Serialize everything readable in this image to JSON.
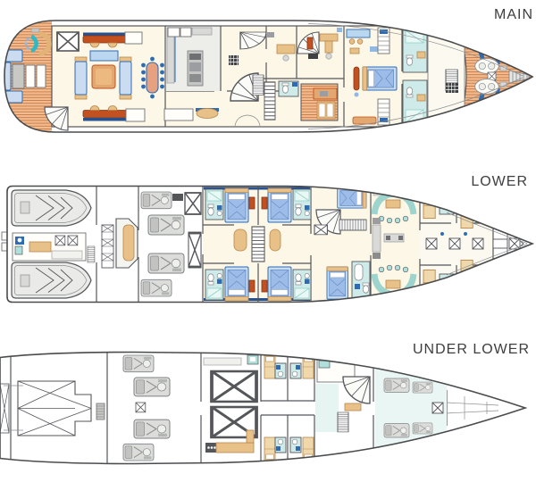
{
  "title": "Yacht deck plans diagram",
  "decks": [
    {
      "id": "main",
      "label": "MAIN"
    },
    {
      "id": "lower",
      "label": "LOWER"
    },
    {
      "id": "under_lower",
      "label": "UNDER LOWER"
    }
  ],
  "palette": {
    "background": "#FFFFFF",
    "hull_outline": "#4A4B4D",
    "wall": "#55565A",
    "label_text": "#3E3E40",
    "teak_deck": "#F2BC90",
    "teak_line": "#C67742",
    "interior_cream": "#FCF7E6",
    "bath_teal": "#CFEBE9",
    "teal_accent": "#AFE0DC",
    "accent_blue": "#2D6CB5",
    "light_blue": "#CBDCF0",
    "bed_blue": "#9DBCE8",
    "window_navy": "#27518F",
    "rust_orange": "#C2511F",
    "wood_tan": "#E8C188",
    "table_salmon": "#E8A17E",
    "equipment_gray": "#D9DAD8",
    "jetski_red": "#8E3B30"
  }
}
